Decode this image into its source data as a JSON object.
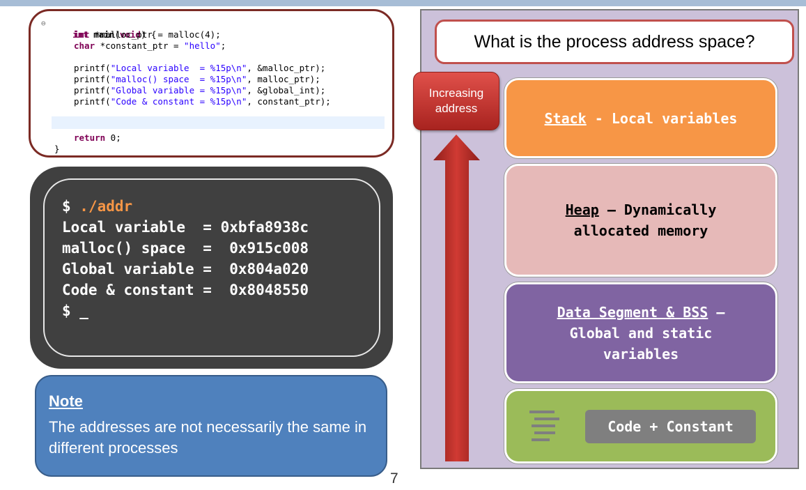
{
  "code": {
    "line1": "int main(void) {",
    "malloc_decl": "int *malloc_ptr = malloc(4);",
    "const_decl": "char *constant_ptr = \"hello\";",
    "printf1": "printf(\"Local variable  = %15p\\n\", &malloc_ptr);",
    "printf2": "printf(\"malloc() space  = %15p\\n\", malloc_ptr);",
    "printf3": "printf(\"Global variable = %15p\\n\", &global_int);",
    "printf4": "printf(\"Code & constant = %15p\\n\", constant_ptr);",
    "ret": "return 0;",
    "close": "}"
  },
  "terminal": {
    "prompt_cmd": "$ ./addr",
    "line1": "Local variable  = 0xbfa8938c",
    "line2": "malloc() space  =  0x915c008",
    "line3": "Global variable =  0x804a020",
    "line4": "Code & constant =  0x8048550",
    "cursor": "$ _"
  },
  "note": {
    "title": "Note",
    "text": "The addresses are not necessarily the same in different processes"
  },
  "page_number": "7",
  "diagram": {
    "title": "What is the process address space?",
    "increasing_label": "Increasing address",
    "stack_name": "Stack",
    "stack_desc": " - Local variables",
    "heap_name": "Heap",
    "heap_desc": " – Dynamically allocated memory",
    "data_name": "Data Segment & BSS",
    "data_desc": " – Global and static variables",
    "code_label": "Code + Constant"
  },
  "colors": {
    "stack": "#f79646",
    "heap": "#e6b9b8",
    "data": "#8064a2",
    "code": "#9bbb59",
    "note": "#4f81bd",
    "terminal": "#404040",
    "arrow": "#c0312b",
    "panel": "#ccc1da"
  }
}
